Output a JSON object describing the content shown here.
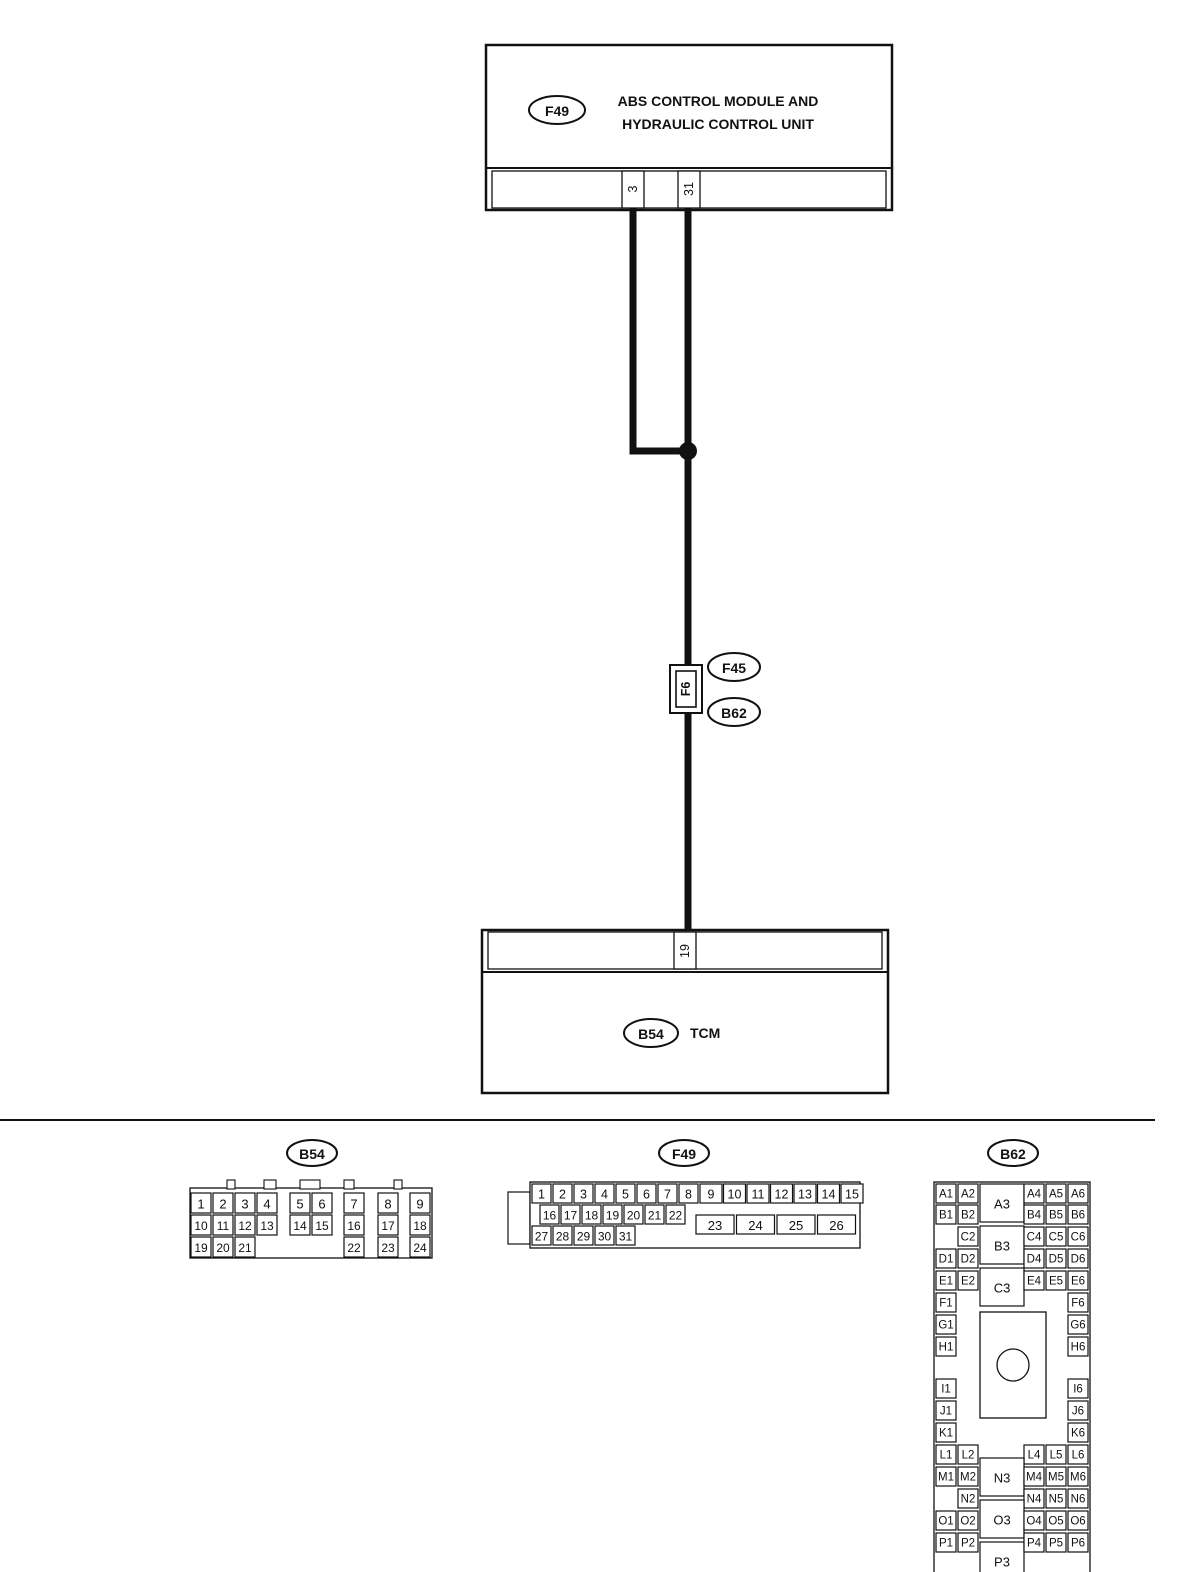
{
  "abs_module": {
    "connector_id": "F49",
    "title_line1": "ABS CONTROL MODULE AND",
    "title_line2": "HYDRAULIC CONTROL UNIT",
    "pin_a": "3",
    "pin_b": "31"
  },
  "inline_connector": {
    "pin": "F6",
    "id_top": "F45",
    "id_bottom": "B62"
  },
  "tcm": {
    "connector_id": "B54",
    "title": "TCM",
    "pin": "19"
  },
  "connector_views": {
    "b54": {
      "title": "B54",
      "rows": [
        [
          "1",
          "2",
          "3",
          "4",
          "5",
          "6",
          "7",
          "8",
          "9"
        ],
        [
          "10",
          "11",
          "12",
          "13",
          "14",
          "15",
          "16",
          "17",
          "18"
        ],
        [
          "19",
          "20",
          "21",
          "22",
          "23",
          "24"
        ]
      ]
    },
    "f49": {
      "title": "F49",
      "rows": [
        [
          "1",
          "2",
          "3",
          "4",
          "5",
          "6",
          "7",
          "8",
          "9",
          "10",
          "11",
          "12",
          "13",
          "14",
          "15"
        ],
        [
          "16",
          "17",
          "18",
          "19",
          "20",
          "21",
          "22",
          "23",
          "24",
          "25",
          "26"
        ],
        [
          "27",
          "28",
          "29",
          "30",
          "31"
        ]
      ]
    },
    "b62": {
      "title": "B62",
      "pins": [
        "A1",
        "A2",
        "A3",
        "A4",
        "A5",
        "A6",
        "B1",
        "B2",
        "B3",
        "B4",
        "B5",
        "B6",
        "C2",
        "C3",
        "C4",
        "C5",
        "C6",
        "D1",
        "D2",
        "D4",
        "D5",
        "D6",
        "E1",
        "E2",
        "E4",
        "E5",
        "E6",
        "F1",
        "F6",
        "G1",
        "G6",
        "H1",
        "H6",
        "I1",
        "I6",
        "J1",
        "J6",
        "K1",
        "K6",
        "L1",
        "L2",
        "L4",
        "L5",
        "L6",
        "M1",
        "M2",
        "N3",
        "M4",
        "M5",
        "M6",
        "N2",
        "N4",
        "N5",
        "N6",
        "O1",
        "O2",
        "O3",
        "O4",
        "O5",
        "O6",
        "P1",
        "P2",
        "P3",
        "P4",
        "P5",
        "P6"
      ]
    }
  }
}
